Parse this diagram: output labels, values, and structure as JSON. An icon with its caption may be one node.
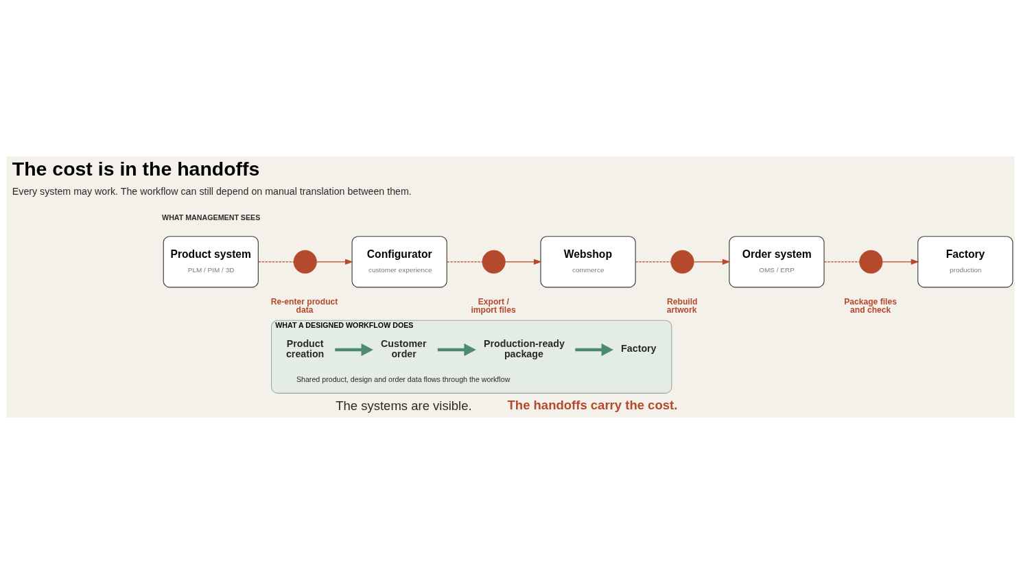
{
  "diagram": {
    "title": "The cost is in the handoffs",
    "nodes": [
      {
        "text": [
          "Product system",
          "PLM / PIM / 3D"
        ]
      },
      {
        "text": [],
        "shape": "person",
        "beside": [
          "Re-enter product data"
        ]
      },
      {
        "text": [
          "Configurator",
          "customer experience"
        ]
      },
      {
        "text": [],
        "shape": "person",
        "beside": [
          "Export / import files"
        ]
      },
      {
        "text": [
          "Webshop",
          "commerce"
        ]
      },
      {
        "text": [],
        "shape": "person",
        "beside": [
          "Rebuild artwork"
        ]
      },
      {
        "text": [
          "Order system",
          "OMS / ERP"
        ]
      },
      {
        "text": [],
        "shape": "person",
        "beside": [
          "Package files and check"
        ]
      },
      {
        "text": [
          "Factory",
          "production"
        ]
      },
      {
        "text": [
          "WHAT A DESIGNED WORKFLOW DOES",
          "Shared product, design and order data flows through the workflow"
        ]
      },
      {
        "text": [
          "Product creation"
        ],
        "in": 9
      },
      {
        "text": [
          "Customer order"
        ],
        "in": 9
      },
      {
        "text": [
          "Production-ready package"
        ],
        "in": 9
      },
      {
        "text": [
          "Factory"
        ],
        "in": 9
      }
    ],
    "edges": [
      {
        "from": 0,
        "to": 1,
        "arrow": "none",
        "style": "dashed"
      },
      {
        "from": 1,
        "to": 2,
        "arrow": "to"
      },
      {
        "from": 2,
        "to": 3,
        "arrow": "none",
        "style": "dashed"
      },
      {
        "from": 3,
        "to": 4,
        "arrow": "to"
      },
      {
        "from": 4,
        "to": 5,
        "arrow": "none",
        "style": "dashed"
      },
      {
        "from": 5,
        "to": 6,
        "arrow": "to"
      },
      {
        "from": 6,
        "to": 7,
        "arrow": "none",
        "style": "dashed"
      },
      {
        "from": 7,
        "to": 8,
        "arrow": "to"
      },
      {
        "from": 10,
        "to": 11,
        "arrow": "to",
        "style": "thick",
        "color": "#4e8a6e"
      },
      {
        "from": 11,
        "to": 12,
        "arrow": "to",
        "style": "thick",
        "color": "#4e8a6e"
      },
      {
        "from": 12,
        "to": 13,
        "arrow": "to",
        "style": "thick",
        "color": "#4e8a6e"
      }
    ],
    "labels": [
      "Every system may work. The workflow can still depend on manual translation between them.",
      "WHAT MANAGEMENT SEES",
      "The systems are visible.",
      "The handoffs carry the cost."
    ]
  }
}
